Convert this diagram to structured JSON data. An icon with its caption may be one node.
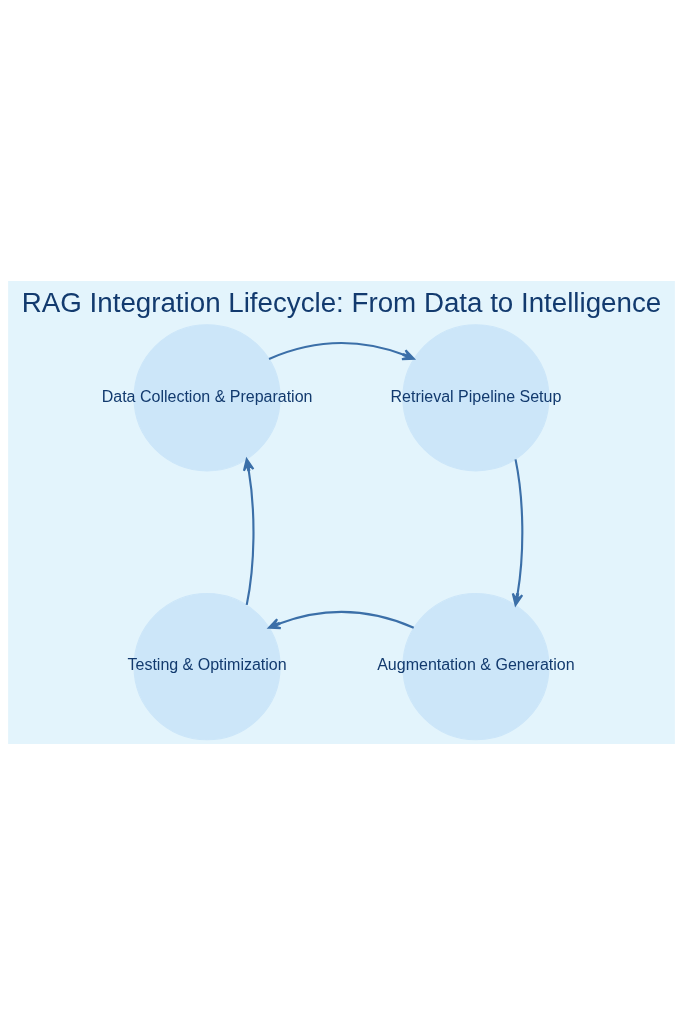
{
  "diagram": {
    "title": "RAG Integration Lifecycle: From Data to Intelligence",
    "nodes": [
      {
        "text": [
          "Data Collection & Preparation"
        ]
      },
      {
        "text": [
          "Retrieval Pipeline Setup"
        ]
      },
      {
        "text": [
          "Augmentation & Generation"
        ]
      },
      {
        "text": [
          "Testing & Optimization"
        ]
      }
    ],
    "edges": [
      {
        "from": 0,
        "to": 1,
        "arrow": "to"
      },
      {
        "from": 1,
        "to": 2,
        "arrow": "to"
      },
      {
        "from": 2,
        "to": 3,
        "arrow": "to"
      },
      {
        "from": 3,
        "to": 0,
        "arrow": "to"
      }
    ]
  }
}
